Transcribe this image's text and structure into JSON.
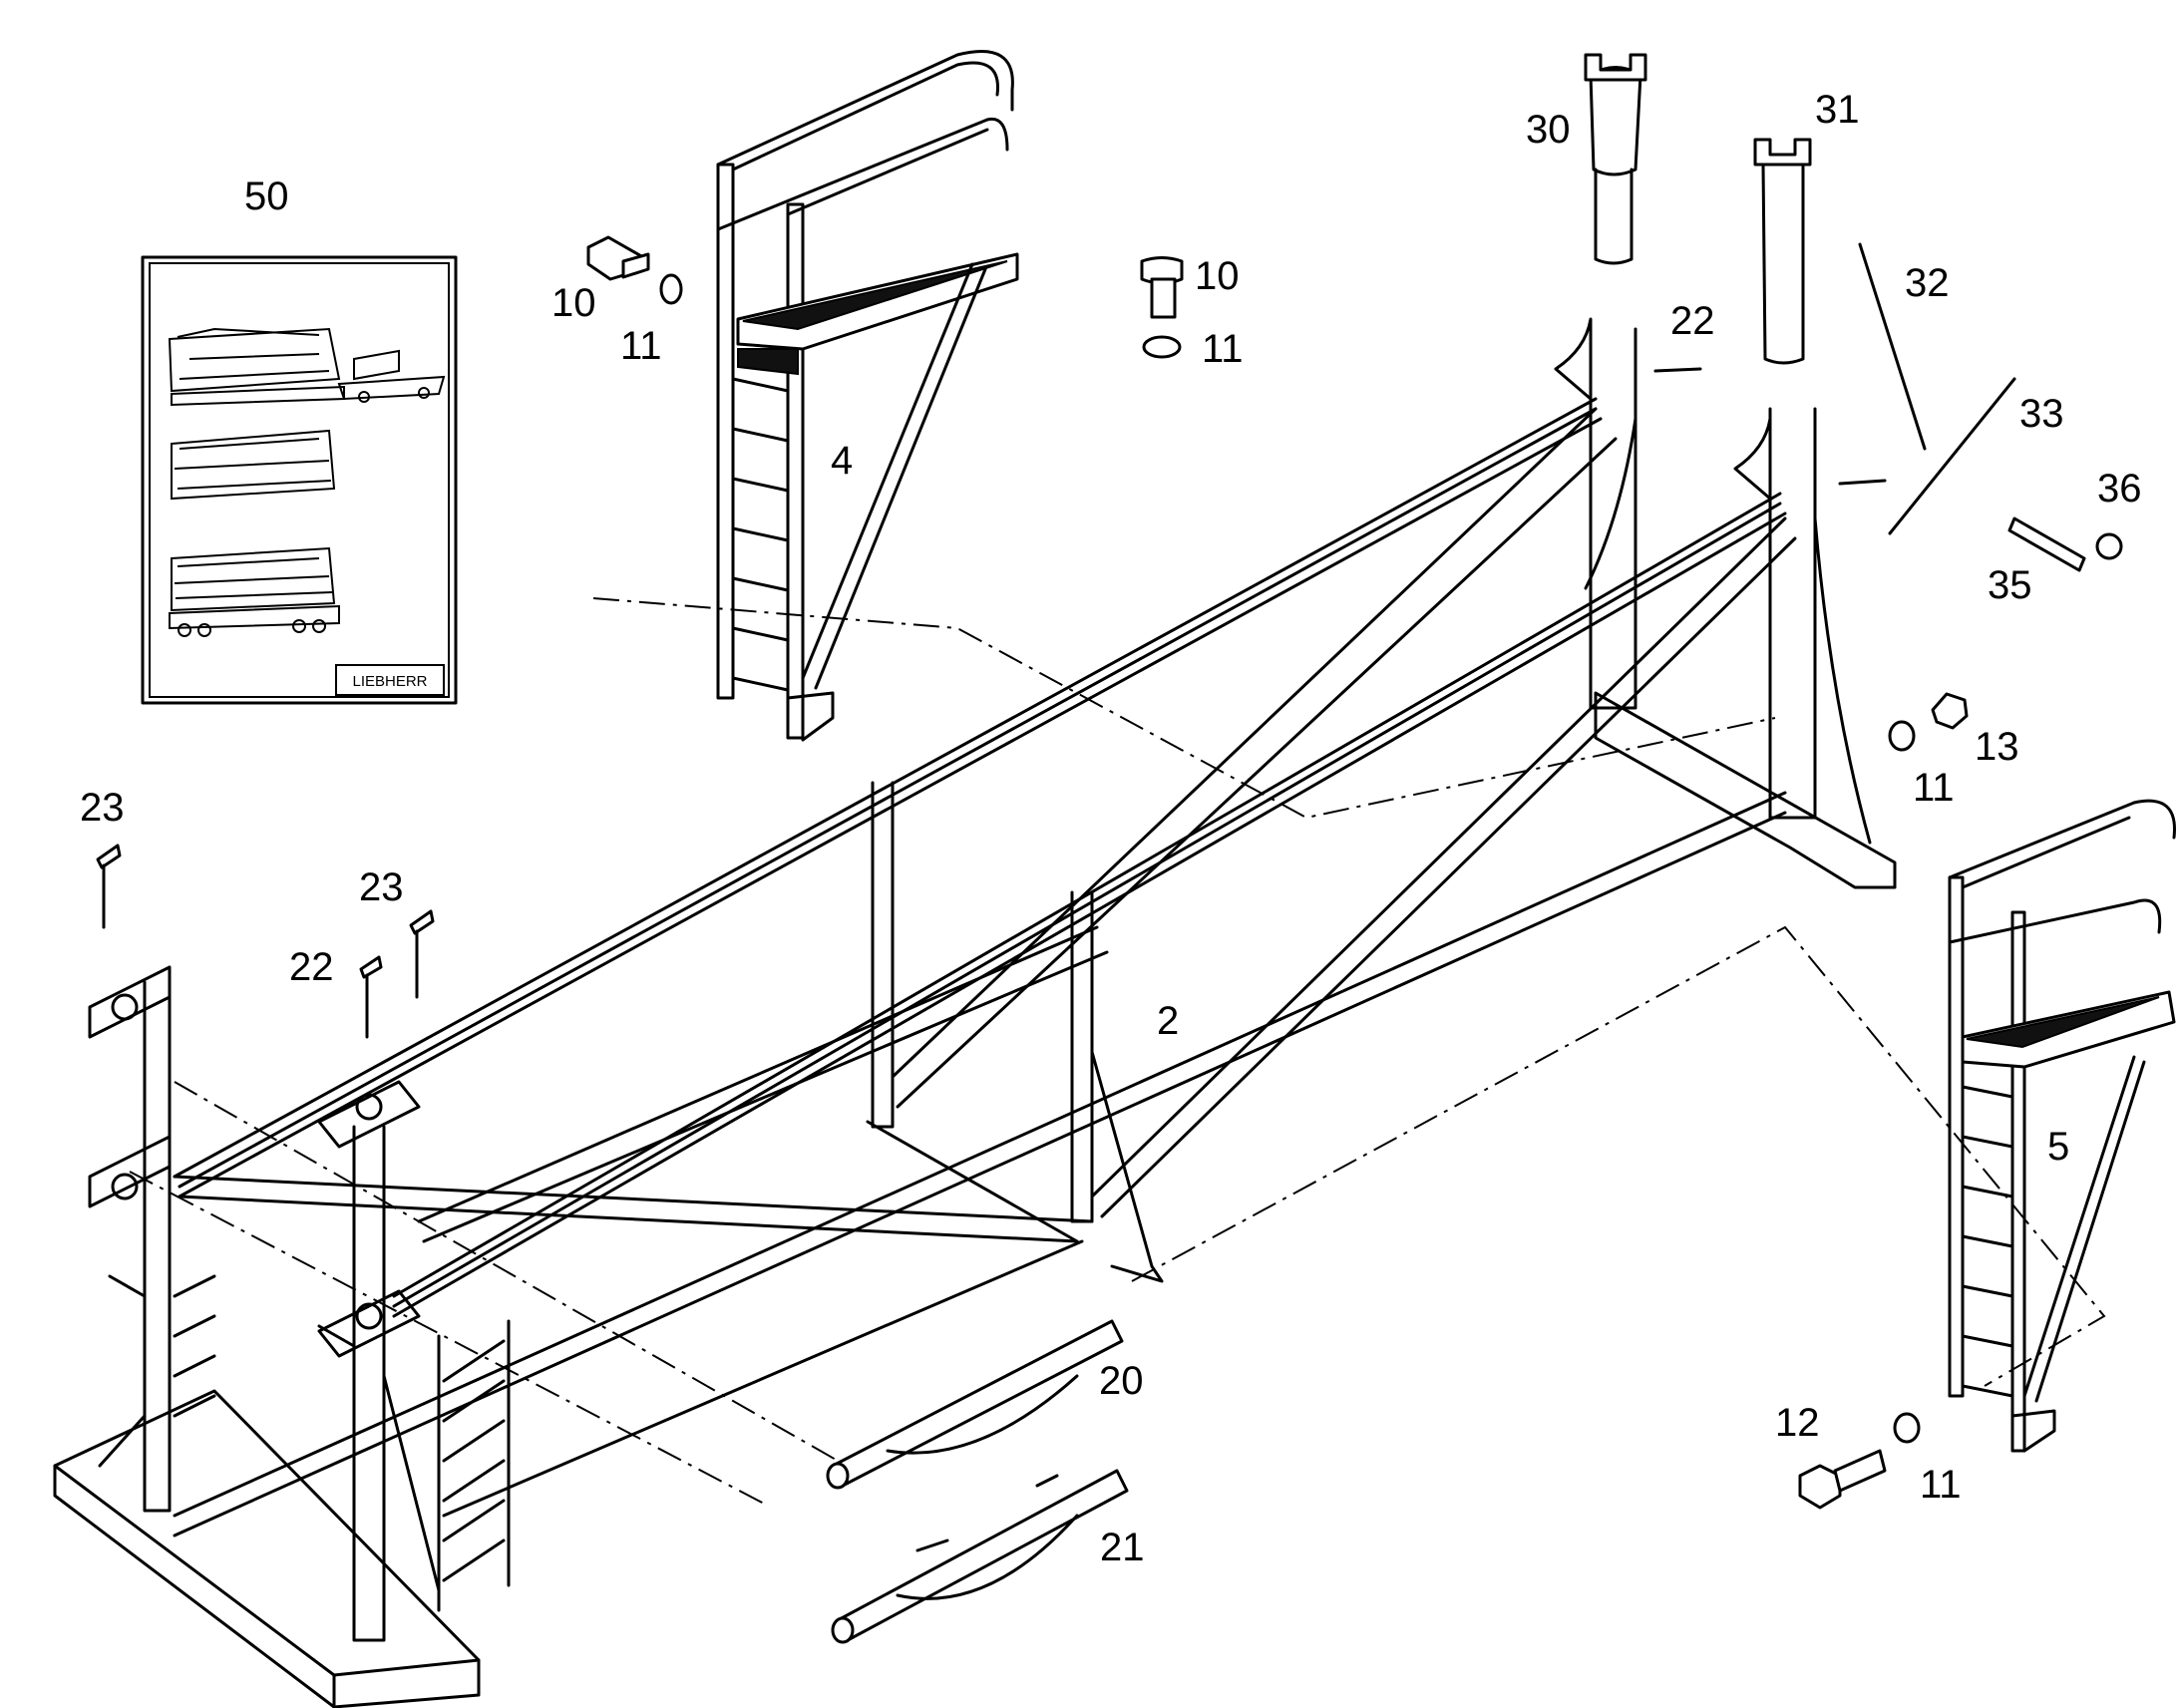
{
  "callouts": {
    "c50": "50",
    "c10a": "10",
    "c11a": "11",
    "c10b": "10",
    "c11b": "11",
    "c4": "4",
    "c30": "30",
    "c31": "31",
    "c32": "32",
    "c22a": "22",
    "c33": "33",
    "c36": "36",
    "c35": "35",
    "c13": "13",
    "c11c": "11",
    "c23a": "23",
    "c23b": "23",
    "c22b": "22",
    "c2": "2",
    "c5": "5",
    "c20": "20",
    "c21": "21",
    "c12": "12",
    "c11d": "11"
  },
  "manual": {
    "brand": "LIEBHERR"
  }
}
